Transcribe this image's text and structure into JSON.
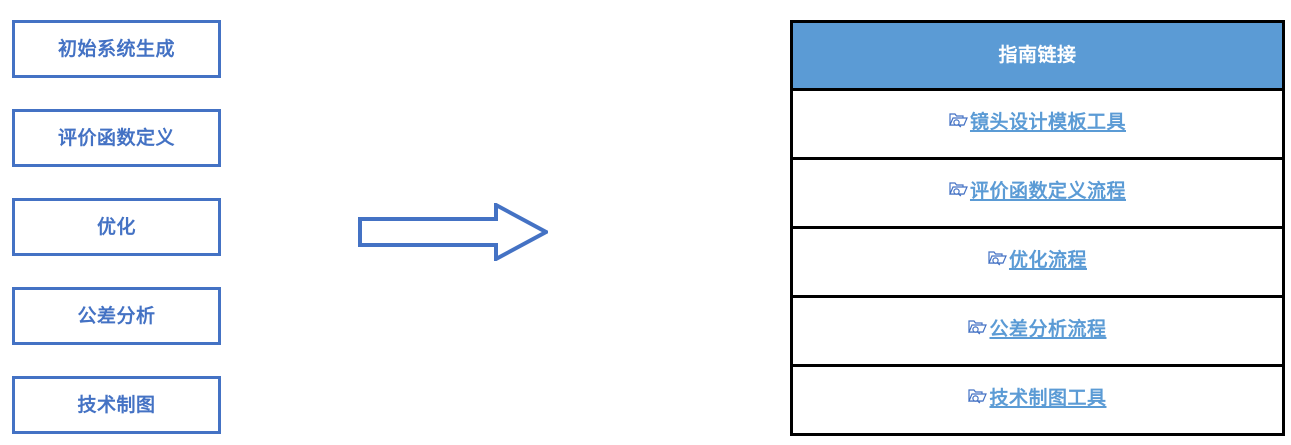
{
  "process": {
    "steps": [
      {
        "label": "初始系统生成"
      },
      {
        "label": "评价函数定义"
      },
      {
        "label": "优化"
      },
      {
        "label": "公差分析"
      },
      {
        "label": "技术制图"
      }
    ]
  },
  "arrow": {
    "icon_name": "right-arrow-icon",
    "color": "#4472C4"
  },
  "guide_table": {
    "header": "指南链接",
    "header_bg": "#5B9BD5",
    "header_text_color": "#FFFFFF",
    "link_color": "#5B9BD5",
    "border_color": "#000000",
    "rows": [
      {
        "icon": "folder-search-icon",
        "label": "镜头设计模板工具"
      },
      {
        "icon": "folder-search-icon",
        "label": "评价函数定义流程"
      },
      {
        "icon": "folder-search-icon",
        "label": "优化流程"
      },
      {
        "icon": "folder-search-icon",
        "label": "公差分析流程"
      },
      {
        "icon": "folder-search-icon",
        "label": "技术制图工具"
      }
    ]
  },
  "theme": {
    "box_border_color": "#4472C4",
    "box_text_color": "#4472C4",
    "page_background": "#FFFFFF"
  }
}
